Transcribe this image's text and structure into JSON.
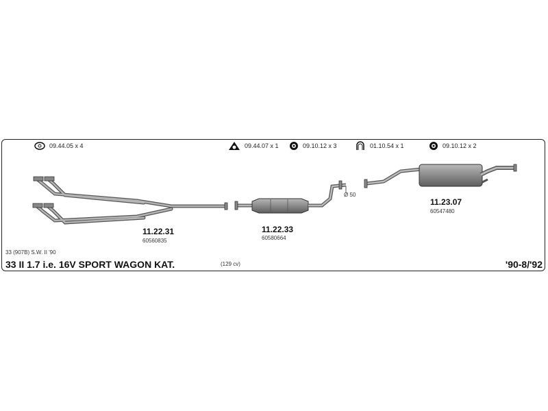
{
  "hardware": [
    {
      "icon": "gasket-icon",
      "label": "09.44.05 x 4"
    },
    {
      "icon": "triangle-gasket-icon",
      "label": "09.44.07 x 1"
    },
    {
      "icon": "clamp-icon",
      "label": "09.10.12 x 3"
    },
    {
      "icon": "rubber-hanger-icon",
      "label": "01.10.54 x 1"
    },
    {
      "icon": "clamp-icon",
      "label": "09.10.12 x 2"
    }
  ],
  "parts": [
    {
      "code": "11.22.31",
      "ref": "60560835"
    },
    {
      "code": "11.22.33",
      "ref": "60580664"
    },
    {
      "code": "11.23.07",
      "ref": "60547480"
    }
  ],
  "diameter_label": "Ø 50",
  "model_code": "33 (907B) S.W. II '90",
  "title": "33  II  1.7 i.e. 16V SPORT WAGON KAT.",
  "power": "(129 cv)",
  "years": "'90-8/'92"
}
